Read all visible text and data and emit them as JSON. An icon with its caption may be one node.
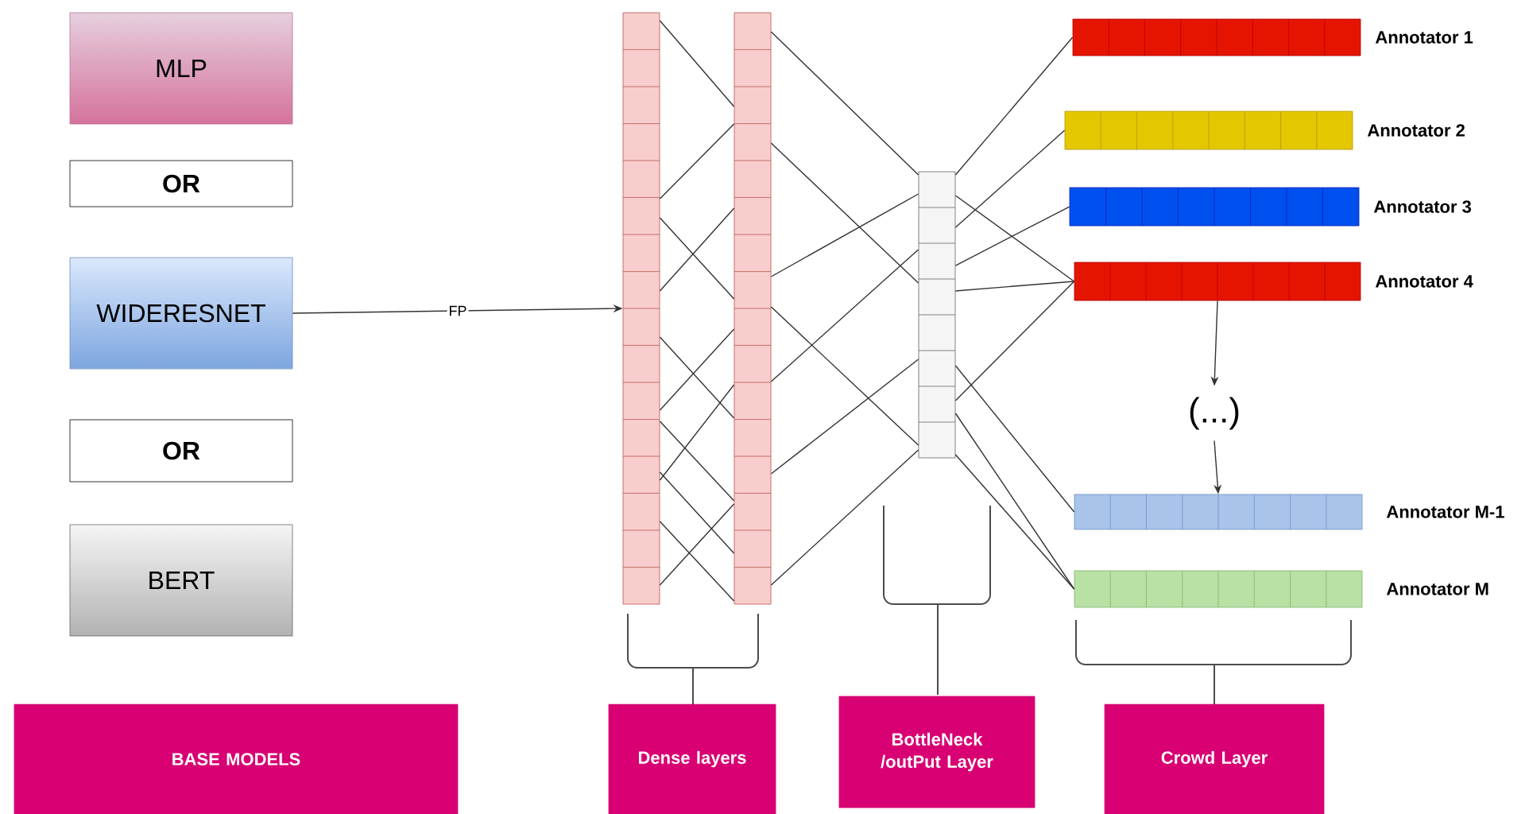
{
  "diagram": {
    "nodes": [
      {
        "text": [
          "MLP"
        ]
      },
      {
        "text": [
          "OR"
        ]
      },
      {
        "text": [
          "WIDERESNET"
        ]
      },
      {
        "text": [
          "OR"
        ]
      },
      {
        "text": [
          "BERT"
        ]
      },
      {
        "text": [
          "BASE MODELS"
        ]
      },
      {
        "text": [],
        "shape": "bar"
      },
      {
        "text": [],
        "shape": "bar"
      },
      {
        "text": [],
        "shape": "bar"
      },
      {
        "text": [
          "Annotator 1"
        ]
      },
      {
        "text": [
          "Annotator 2"
        ]
      },
      {
        "text": [
          "Annotator 3"
        ]
      },
      {
        "text": [
          "Annotator 4"
        ]
      },
      {
        "text": [
          "Annotator M-1"
        ]
      },
      {
        "text": [
          "Annotator M"
        ]
      },
      {
        "text": [
          "(...)"
        ]
      },
      {
        "text": [
          "Dense layers"
        ]
      },
      {
        "text": [
          "BottleNeck /outPut Layer"
        ]
      },
      {
        "text": [
          "Crowd Layer"
        ]
      }
    ],
    "edges": [
      {
        "from": 2,
        "to": 6,
        "arrow": "to",
        "label": "FP"
      },
      {
        "from": 6,
        "to": 7,
        "arrow": "none"
      },
      {
        "from": 6,
        "to": 7,
        "arrow": "none"
      },
      {
        "from": 6,
        "to": 7,
        "arrow": "none"
      },
      {
        "from": 6,
        "to": 7,
        "arrow": "none"
      },
      {
        "from": 6,
        "to": 7,
        "arrow": "none"
      },
      {
        "from": 6,
        "to": 7,
        "arrow": "none"
      },
      {
        "from": 6,
        "to": 7,
        "arrow": "none"
      },
      {
        "from": 6,
        "to": 7,
        "arrow": "none"
      },
      {
        "from": 6,
        "to": 7,
        "arrow": "none"
      },
      {
        "from": 6,
        "to": 7,
        "arrow": "none"
      },
      {
        "from": 6,
        "to": 7,
        "arrow": "none"
      },
      {
        "from": 7,
        "to": 8,
        "arrow": "none"
      },
      {
        "from": 7,
        "to": 8,
        "arrow": "none"
      },
      {
        "from": 7,
        "to": 8,
        "arrow": "none"
      },
      {
        "from": 7,
        "to": 8,
        "arrow": "none"
      },
      {
        "from": 7,
        "to": 8,
        "arrow": "none"
      },
      {
        "from": 7,
        "to": 8,
        "arrow": "none"
      },
      {
        "from": 7,
        "to": 8,
        "arrow": "none"
      },
      {
        "from": 8,
        "to": 9,
        "arrow": "none"
      },
      {
        "from": 8,
        "to": 10,
        "arrow": "none"
      },
      {
        "from": 8,
        "to": 11,
        "arrow": "none"
      },
      {
        "from": 8,
        "to": 12,
        "arrow": "none"
      },
      {
        "from": 8,
        "to": 12,
        "arrow": "none"
      },
      {
        "from": 8,
        "to": 12,
        "arrow": "none"
      },
      {
        "from": 8,
        "to": 13,
        "arrow": "none"
      },
      {
        "from": 8,
        "to": 14,
        "arrow": "none"
      },
      {
        "from": 8,
        "to": 14,
        "arrow": "none"
      },
      {
        "from": 12,
        "to": 15,
        "arrow": "to"
      },
      {
        "from": 15,
        "to": 13,
        "arrow": "to"
      }
    ]
  }
}
